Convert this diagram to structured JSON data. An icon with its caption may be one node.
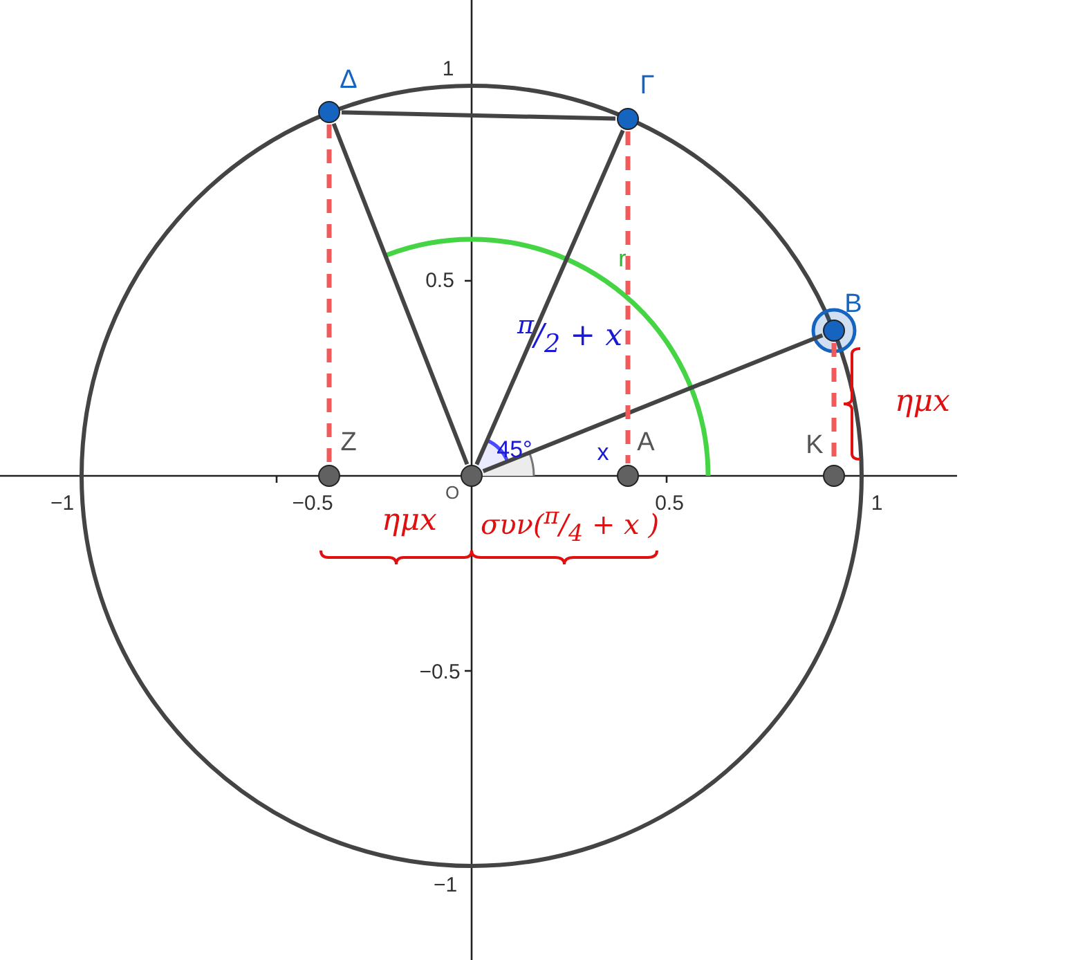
{
  "diagram": {
    "nodes": [
      {
        "text": [],
        "shape": "circle",
        "beside": [
          "Δ"
        ]
      },
      {
        "text": [],
        "shape": "circle",
        "beside": [
          "Γ"
        ]
      },
      {
        "text": [],
        "shape": "circle",
        "beside": [
          "B"
        ]
      },
      {
        "text": [],
        "shape": "circle",
        "beside": [
          "Z"
        ]
      },
      {
        "text": [],
        "shape": "circle",
        "beside": [
          "O"
        ]
      },
      {
        "text": [],
        "shape": "circle",
        "beside": [
          "A"
        ]
      },
      {
        "text": [],
        "shape": "circle",
        "beside": [
          "K"
        ]
      }
    ],
    "edges": [
      {
        "from": 4,
        "to": 0,
        "arrow": "none"
      },
      {
        "from": 4,
        "to": 1,
        "arrow": "none"
      },
      {
        "from": 0,
        "to": 1,
        "arrow": "none"
      },
      {
        "from": 4,
        "to": 2,
        "arrow": "none"
      },
      {
        "from": 0,
        "to": 3,
        "arrow": "none",
        "style": "dashed",
        "color": "#f05a5a"
      },
      {
        "from": 1,
        "to": 5,
        "arrow": "none",
        "style": "dashed",
        "color": "#f05a5a"
      },
      {
        "from": 2,
        "to": 6,
        "arrow": "none",
        "style": "dashed",
        "color": "#f05a5a"
      }
    ],
    "labels": [
      "1",
      "r",
      "0.5",
      "$^{π}$/$_{2}$ + x",
      "ημx",
      "45°",
      "x",
      "−1",
      "−0.5",
      "0.5",
      "1",
      "ημx",
      "συν($^{π}$/$_{4}$ + x )",
      "−0.5",
      "−1"
    ]
  }
}
